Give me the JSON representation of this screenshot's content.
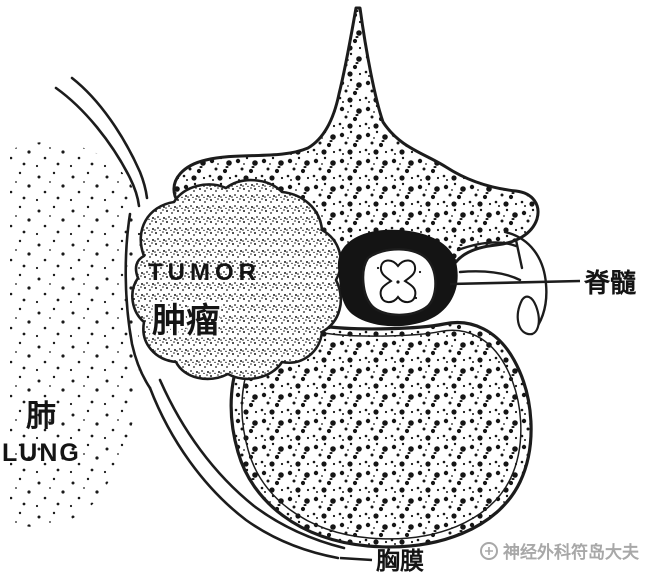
{
  "diagram": {
    "labels": {
      "tumor_en": "TUMOR",
      "tumor_zh": "肿瘤",
      "lung_zh": "肺",
      "lung_en": "LUNG",
      "spinal_cord": "脊髓",
      "pleura": "胸膜"
    },
    "watermark": {
      "text": "神经外科符岛大夫"
    },
    "colors": {
      "ink": "#1c1c1c",
      "paper": "#ffffff",
      "watermark_gray": "#a8a8a8"
    }
  }
}
